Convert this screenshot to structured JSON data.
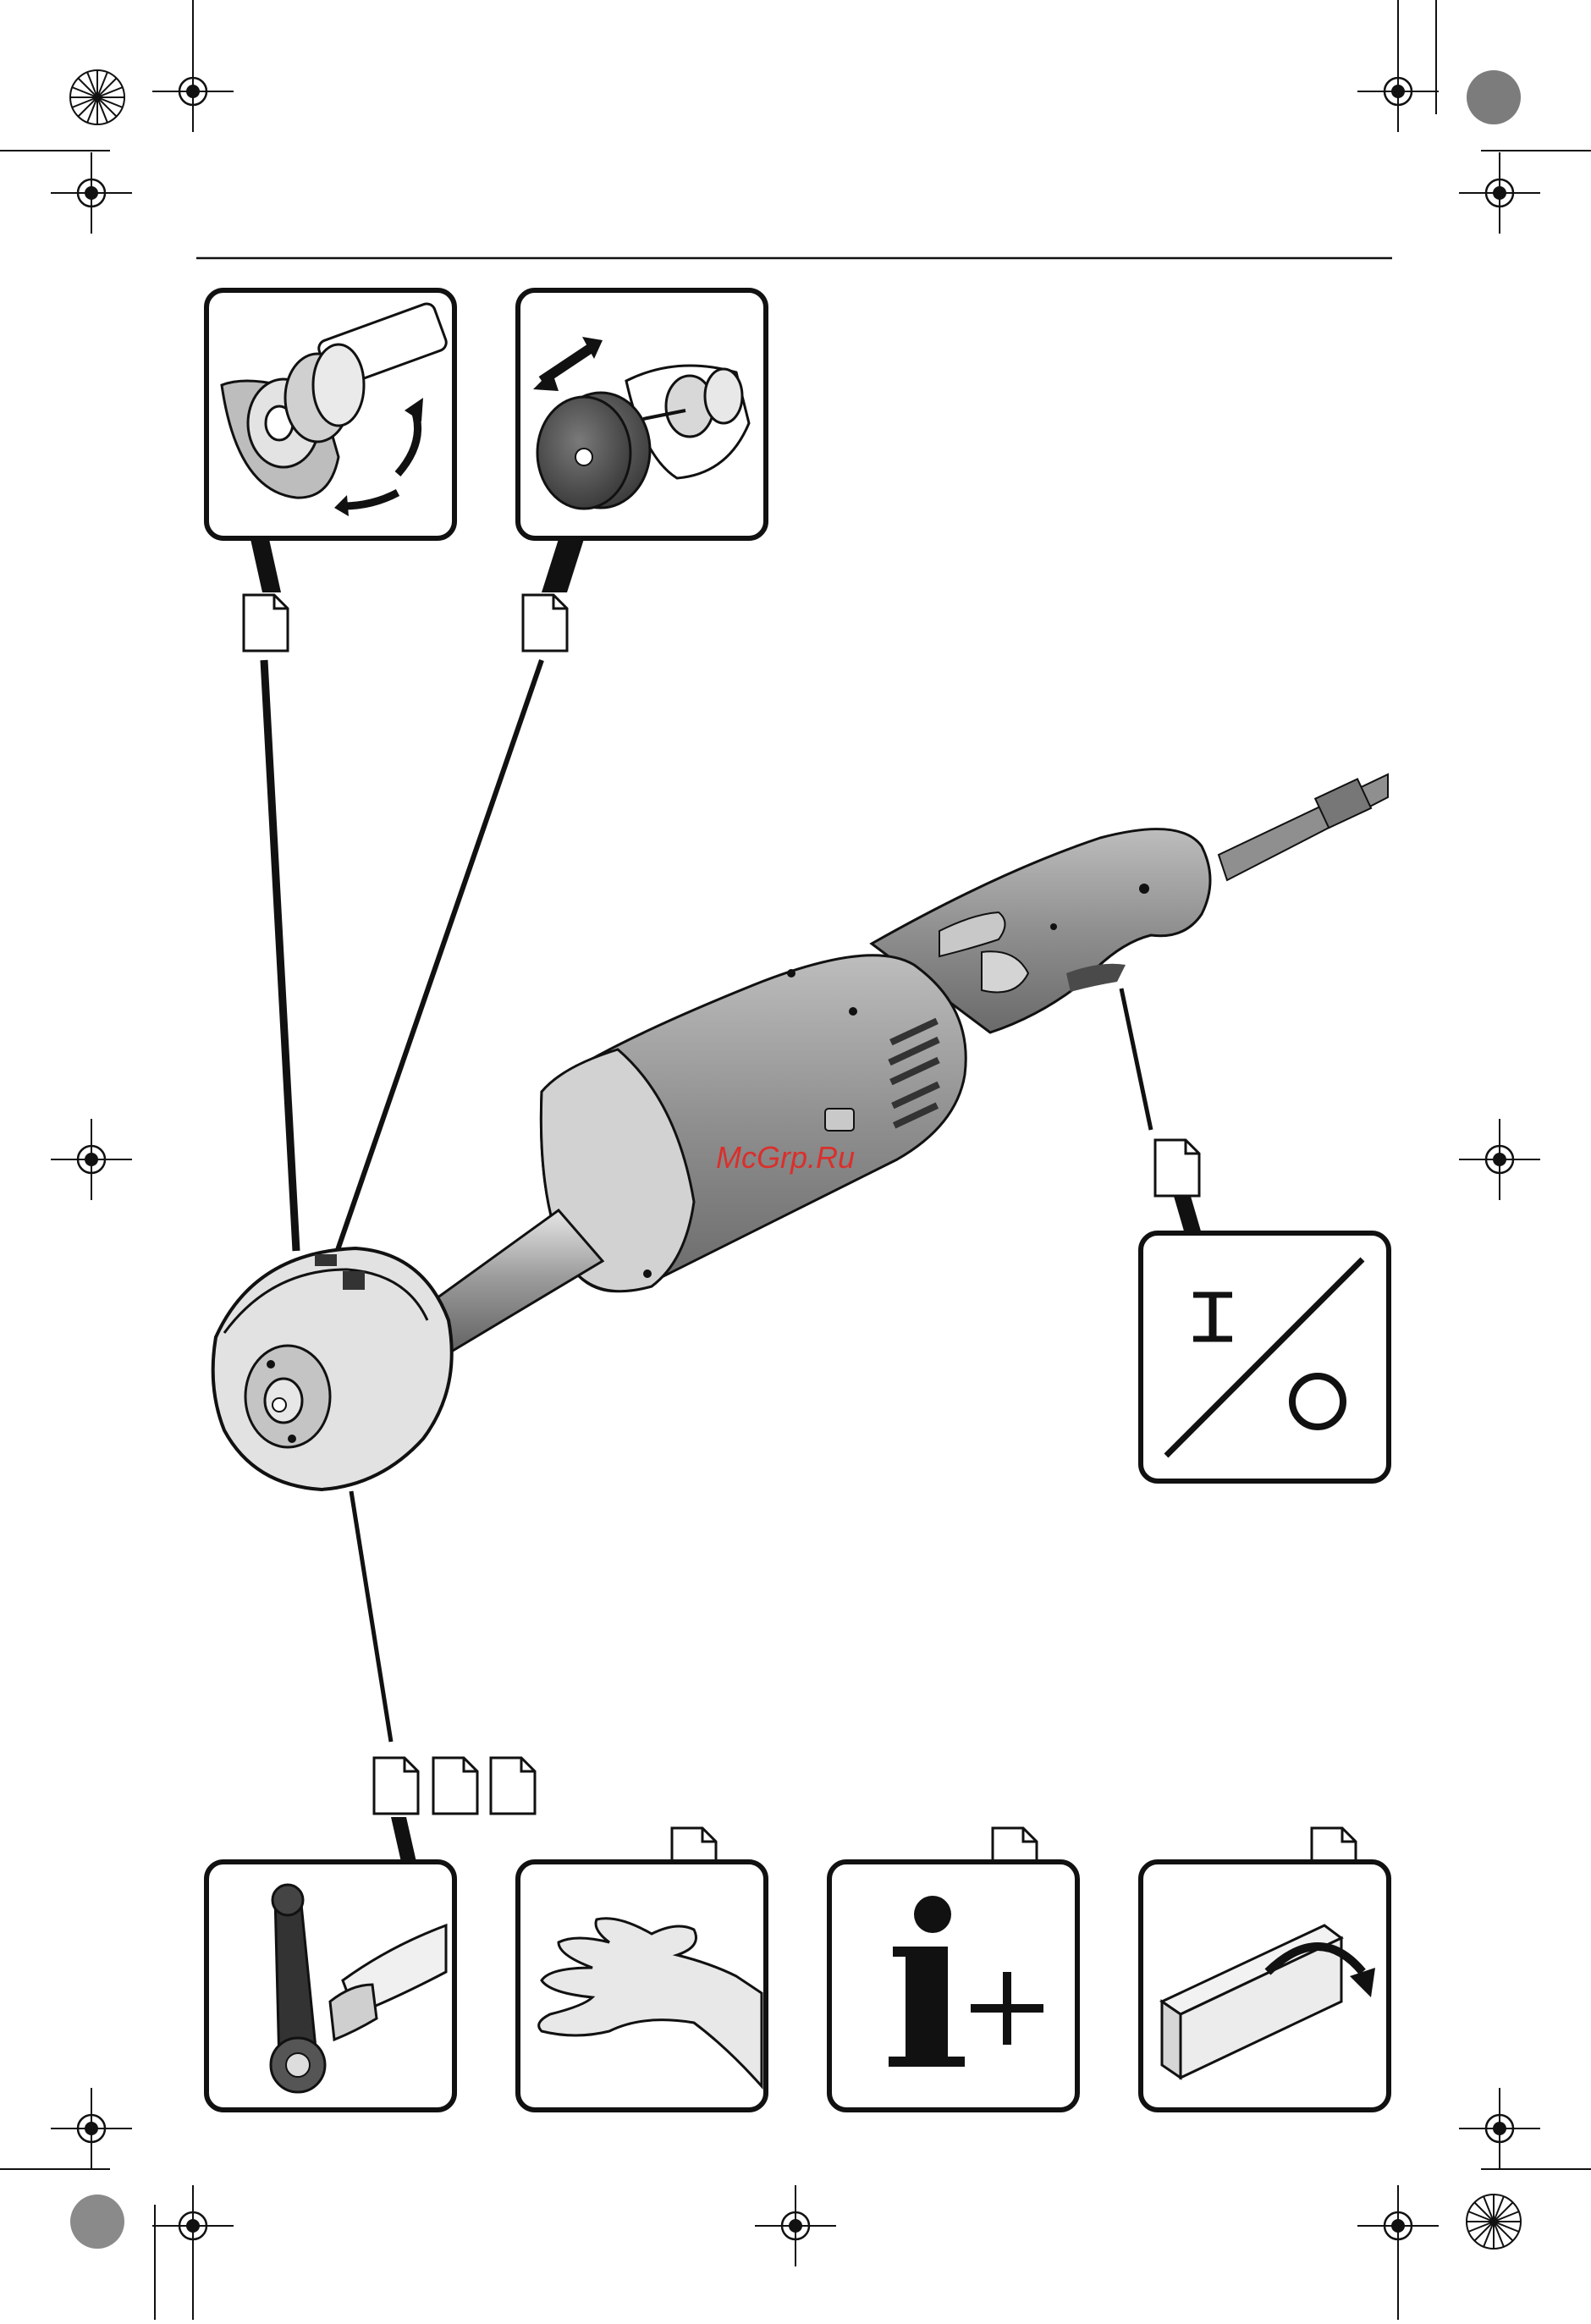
{
  "watermark": {
    "text": "McGrp.Ru",
    "color": "#d9302c"
  },
  "switch_symbol": {
    "on": "I",
    "off": "O"
  },
  "colors": {
    "ink": "#111111",
    "tool_body": "#9a9a9a",
    "tool_dark": "#6f6f6f",
    "tool_light": "#d8d8d8"
  },
  "panels": {
    "guard_adjust": {
      "icon": "guard-rotation-icon"
    },
    "wheel_mount": {
      "icon": "grinding-wheel-mount-icon"
    },
    "on_off": {
      "icon": "on-off-switch-icon"
    },
    "belt_attachment": {
      "icon": "belt-sander-attachment-icon"
    },
    "hand_protection": {
      "icon": "hand-icon"
    },
    "information": {
      "icon": "info-plus-icon"
    },
    "packaging": {
      "icon": "open-box-icon"
    }
  }
}
